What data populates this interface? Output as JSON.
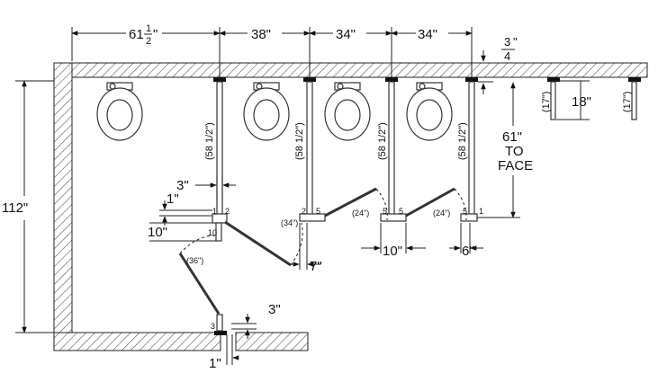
{
  "top_dims": {
    "d1_whole": "61",
    "d1_num": "1",
    "d1_den": "2",
    "d1_unit": "\"",
    "d2": "38\"",
    "d3": "34\"",
    "d4": "34\""
  },
  "frac_top": {
    "num": "3",
    "den": "4",
    "unit": "\""
  },
  "left_dim": "112\"",
  "pilaster_heights": [
    "(58 1/2\")",
    "(58 1/2\")",
    "(58 1/2\")",
    "(58 1/2\")"
  ],
  "right_dims": {
    "to_face_value": "61\"",
    "to_face_l1": "TO",
    "to_face_l2": "FACE",
    "h18": "18\"",
    "p17a": "(17\")",
    "p17b": "(17\")"
  },
  "door_dims": {
    "d34": "(34\")",
    "d24a": "(24\")",
    "d24b": "(24\")",
    "d36": "(36\")"
  },
  "small_dims": {
    "d3a": "3\"",
    "d1a": "1\"",
    "d10a": "10\"",
    "d7": "7\"",
    "d10b": "10\"",
    "d6": "6\"",
    "d3b": "3\"",
    "d1b": "1\""
  },
  "callouts": {
    "c1a": "1",
    "c2a": "2",
    "c10": "10",
    "c2b": "2",
    "c5a": "5",
    "c5b": "5",
    "c5c": "5",
    "c5d": "5",
    "c1b": "1",
    "c3": "3"
  }
}
